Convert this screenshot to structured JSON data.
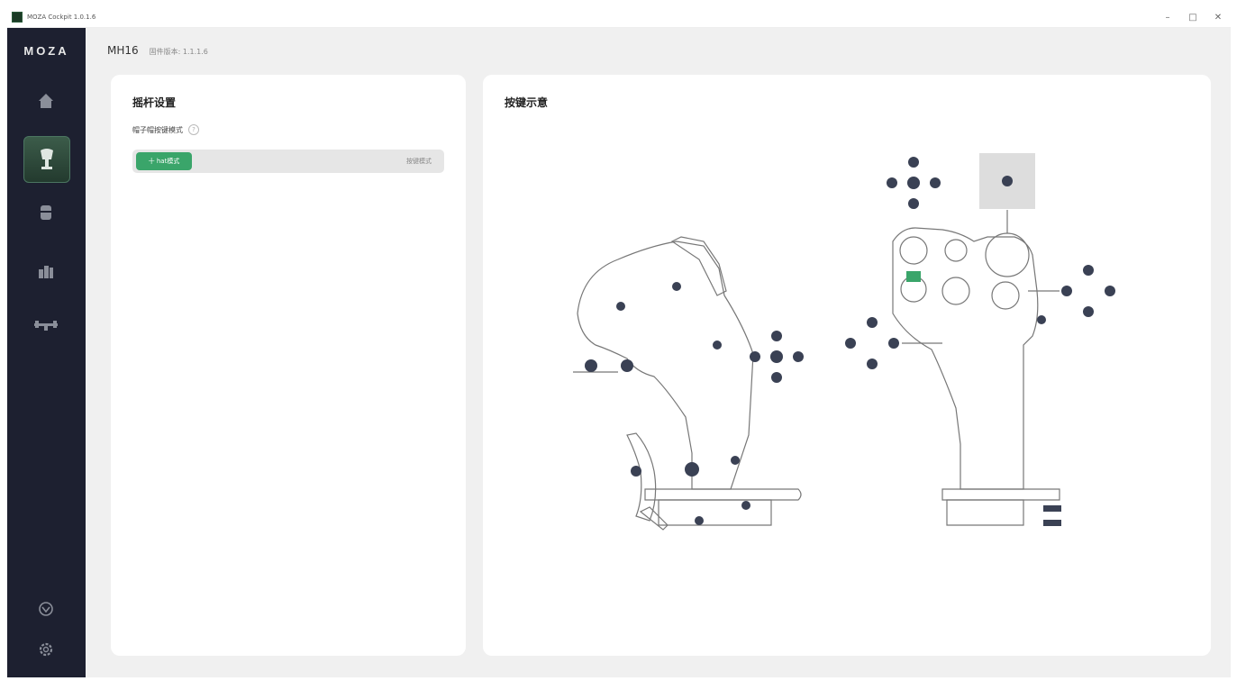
{
  "window": {
    "title": "MOZA Cockpit 1.0.1.6",
    "minimize": "–",
    "maximize": "□",
    "close": "✕"
  },
  "sidebar": {
    "logo": "MOZA",
    "items": [
      {
        "name": "home",
        "icon": "home-icon"
      },
      {
        "name": "joystick",
        "icon": "joystick-icon",
        "active": true
      },
      {
        "name": "base",
        "icon": "base-icon"
      },
      {
        "name": "pedals",
        "icon": "pedals-icon"
      },
      {
        "name": "rudder",
        "icon": "rudder-icon"
      }
    ],
    "bottom": [
      {
        "name": "moza-logo",
        "icon": "moza-circle-icon"
      },
      {
        "name": "settings",
        "icon": "gear-icon"
      }
    ]
  },
  "header": {
    "device_name": "MH16",
    "firmware": "固件版本: 1.1.1.6"
  },
  "left_card": {
    "title": "摇杆设置",
    "setting_label": "帽子帽按键模式",
    "info": "?",
    "mode_active": "十 hat模式",
    "mode_inactive": "按键模式"
  },
  "right_card": {
    "title": "按键示意"
  },
  "colors": {
    "sidebar_bg": "#1d2030",
    "accent_green": "#3aa56a",
    "marker": "#3a4154"
  }
}
